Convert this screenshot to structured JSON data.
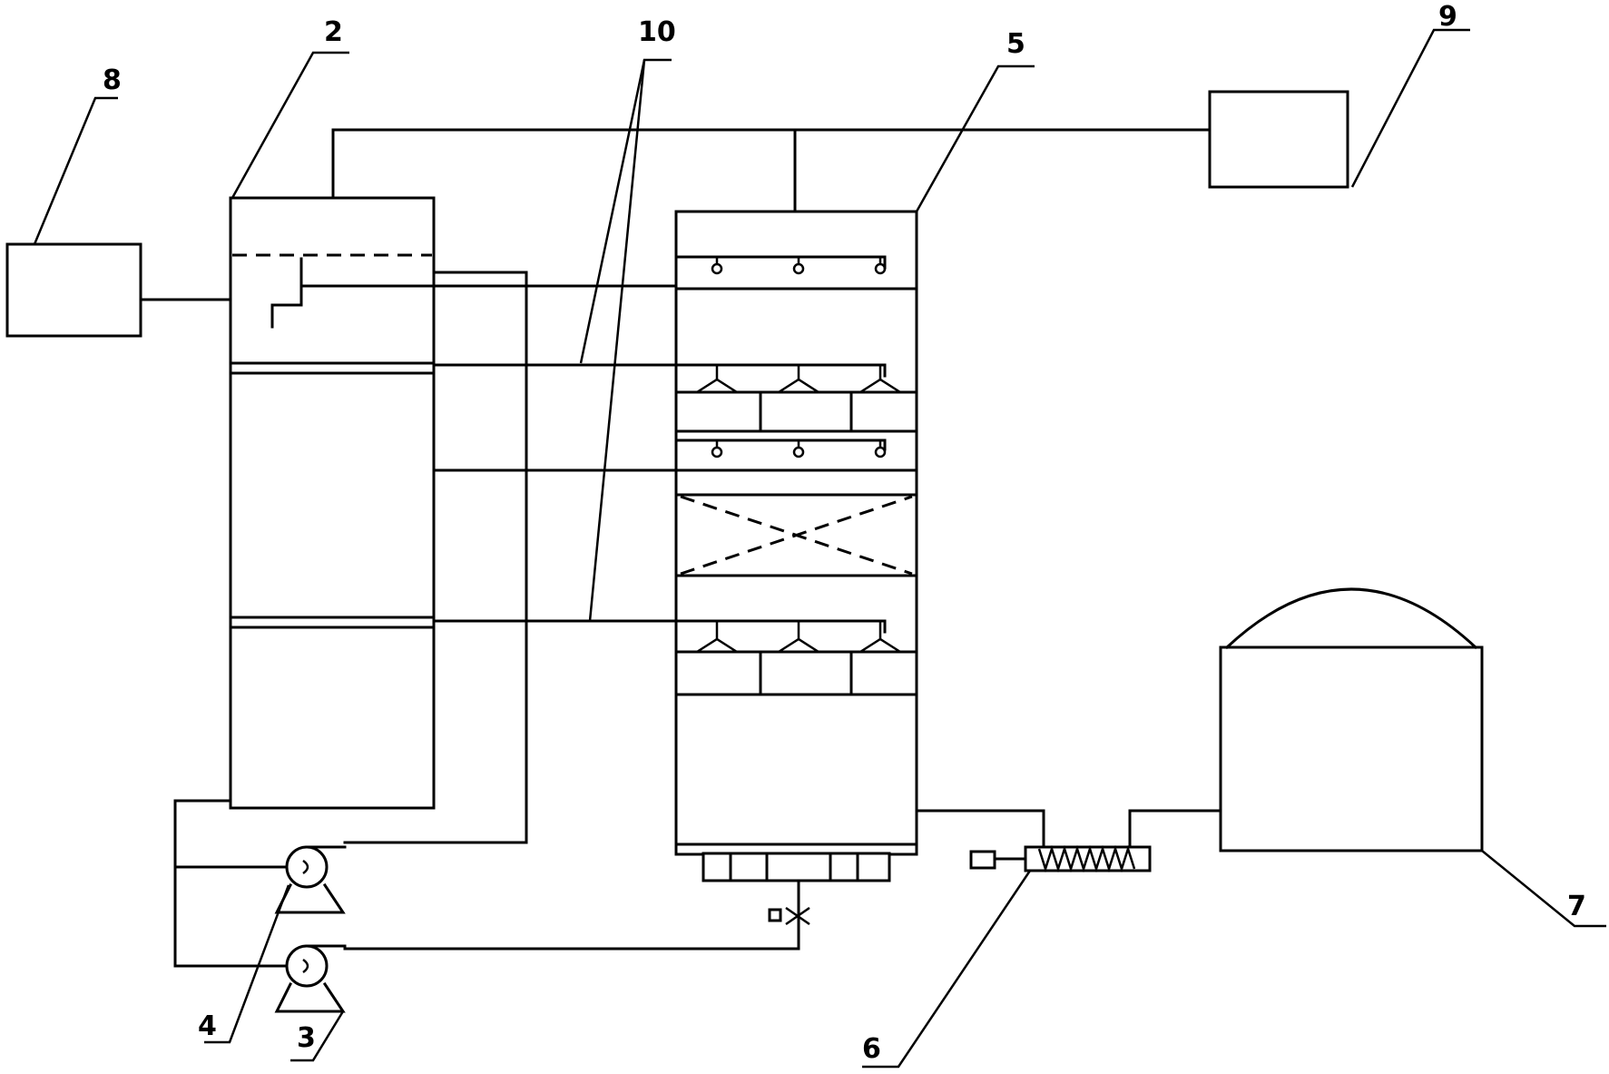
{
  "labels": {
    "n2": "2",
    "n3": "3",
    "n4": "4",
    "n5": "5",
    "n6": "6",
    "n7": "7",
    "n8": "8",
    "n9": "9",
    "n10": "10"
  },
  "colors": {
    "line": "#000000",
    "background": "#ffffff"
  }
}
